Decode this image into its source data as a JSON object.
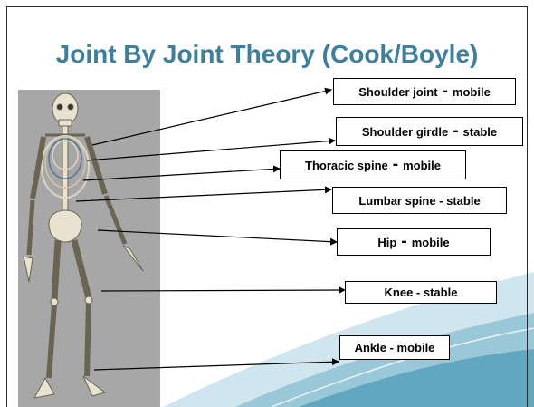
{
  "title": "Joint By Joint Theory (Cook/Boyle)",
  "colors": {
    "title": "#3d7f9c",
    "wave_light": "#cfe6ee",
    "wave_mid": "#8fc3d4",
    "wave_dark": "#5aa3bd",
    "panel": "#a7a7a7",
    "bone": "#e8e2cf"
  },
  "labels": [
    {
      "id": "shoulder-joint",
      "joint": "Shoulder joint",
      "status": "mobile"
    },
    {
      "id": "shoulder-girdle",
      "joint": "Shoulder girdle",
      "status": "stable"
    },
    {
      "id": "thoracic-spine",
      "joint": "Thoracic spine",
      "status": "mobile"
    },
    {
      "id": "lumbar-spine",
      "joint": "Lumbar spine - stable",
      "status": ""
    },
    {
      "id": "hip",
      "joint": "Hip",
      "status": "mobile"
    },
    {
      "id": "knee",
      "joint": "Knee - stable",
      "status": ""
    },
    {
      "id": "ankle",
      "joint": "Ankle - mobile",
      "status": ""
    }
  ]
}
